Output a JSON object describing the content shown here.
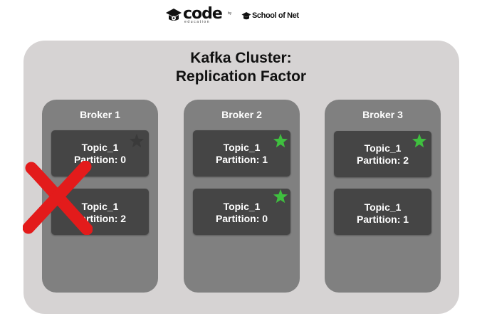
{
  "logos": {
    "code_word": "code",
    "code_sub": "education",
    "by": "by",
    "school_word": "School of Net"
  },
  "cluster": {
    "title_line1": "Kafka Cluster:",
    "title_line2": "Replication Factor"
  },
  "brokers": [
    {
      "label": "Broker 1",
      "failed": true,
      "partitions": [
        {
          "topic": "Topic_1",
          "partition": "Partition: 0",
          "leader": true,
          "leader_active": false
        },
        {
          "topic": "Topic_1",
          "partition": "Partition: 2",
          "leader": false
        }
      ]
    },
    {
      "label": "Broker 2",
      "partitions": [
        {
          "topic": "Topic_1",
          "partition": "Partition: 1",
          "leader": true,
          "leader_active": true
        },
        {
          "topic": "Topic_1",
          "partition": "Partition: 0",
          "leader": true,
          "leader_active": true
        }
      ]
    },
    {
      "label": "Broker 3",
      "partitions": [
        {
          "topic": "Topic_1",
          "partition": "Partition: 2",
          "leader": true,
          "leader_active": true
        },
        {
          "topic": "Topic_1",
          "partition": "Partition: 1",
          "leader": false
        }
      ]
    }
  ],
  "colors": {
    "cluster_bg": "#d6d3d3",
    "broker_bg": "#808080",
    "partition_bg": "#454545",
    "leader_star": "#3fbf3f",
    "inactive_star": "#3a3a3a",
    "failure_x": "#e31b1b"
  },
  "icons": {
    "leader": "star-icon",
    "failure": "x-mark-icon"
  }
}
